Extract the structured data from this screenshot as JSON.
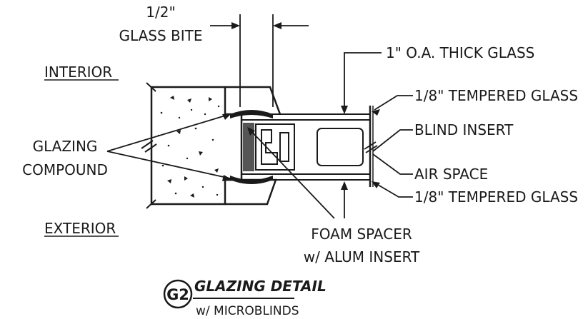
{
  "dimensions": {
    "glass_bite_value": "1/2\"",
    "glass_bite_label": "GLASS BITE"
  },
  "sides": {
    "interior": "INTERIOR",
    "exterior": "EXTERIOR"
  },
  "callouts": {
    "glazing_compound_line1": "GLAZING",
    "glazing_compound_line2": "COMPOUND",
    "overall_thickness": "1\" O.A. THICK GLASS",
    "tempered_glass_top": "1/8\" TEMPERED GLASS",
    "blind_insert": "BLIND INSERT",
    "air_space": "AIR SPACE",
    "tempered_glass_bottom": "1/8\" TEMPERED GLASS",
    "foam_spacer_line1": "FOAM SPACER",
    "foam_spacer_line2": "w/ ALUM INSERT"
  },
  "detail_tag": {
    "id": "G2",
    "title": "GLAZING DETAIL",
    "subtitle": "w/ MICROBLINDS"
  }
}
